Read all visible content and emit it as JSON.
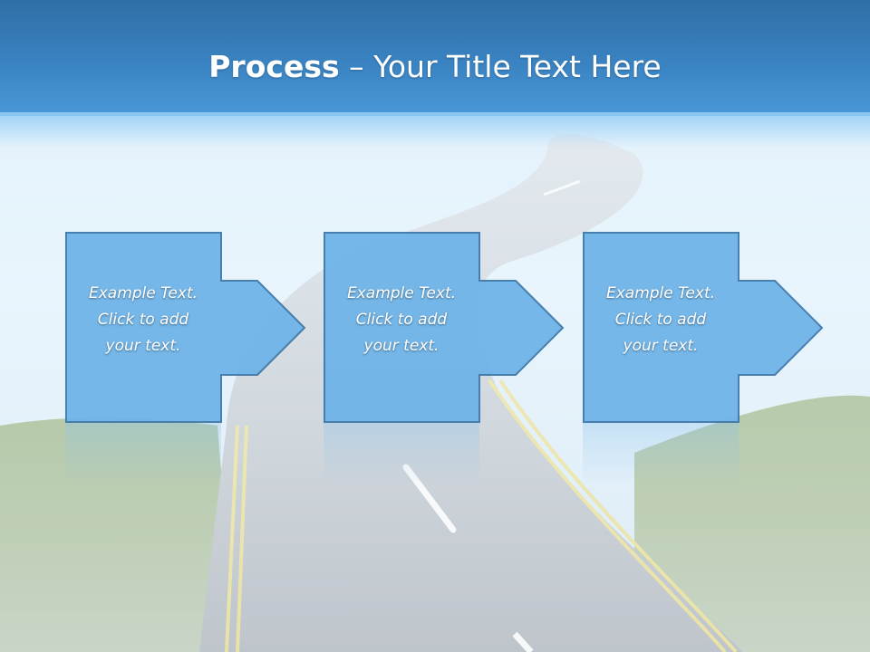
{
  "slide": {
    "title_strong": "Process",
    "title_rest": " – Your Title Text Here"
  },
  "steps": [
    {
      "line1": "Example Text.",
      "line2": "Click  to add",
      "line3": "your text."
    },
    {
      "line1": "Example Text.",
      "line2": "Click  to add",
      "line3": "your text."
    },
    {
      "line1": "Example Text.",
      "line2": "Click  to add",
      "line3": "your text."
    }
  ],
  "colors": {
    "title_bar": "#3a83c2",
    "box_fill": "#6fb4e8",
    "box_stroke": "#3f79aa",
    "grass": "#7a9a6a",
    "road": "#9aa3ad"
  }
}
